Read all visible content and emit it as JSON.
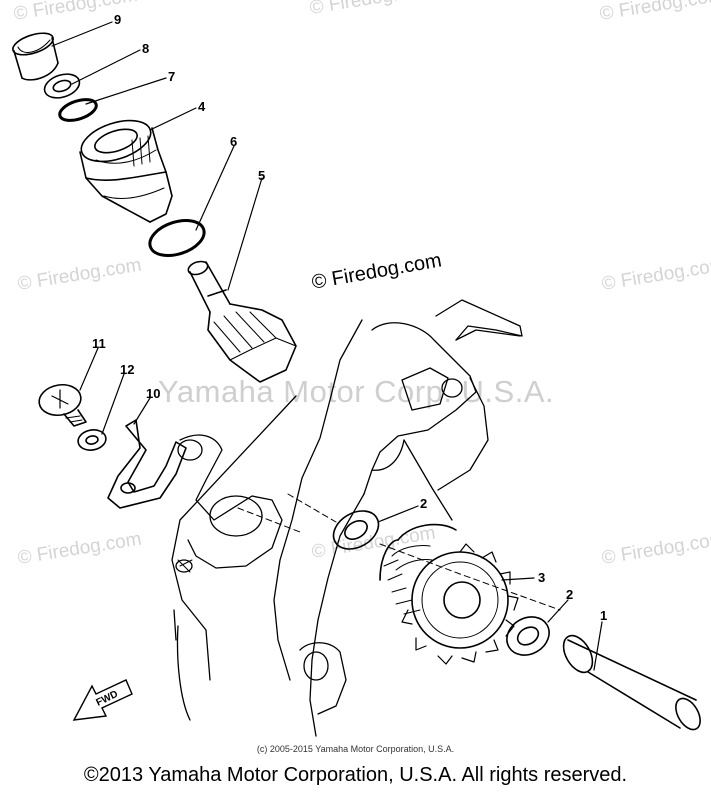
{
  "watermarks": {
    "firedog": "© Firedog.com",
    "center_firedog": "© Firedog.com",
    "yamaha_overlay": "Yamaha Motor Corp. U.S.A."
  },
  "callouts": [
    "9",
    "8",
    "7",
    "4",
    "6",
    "5",
    "11",
    "12",
    "10",
    "2",
    "3",
    "2",
    "1"
  ],
  "fwd_label": "FWD",
  "small_copyright": "(c) 2005-2015 Yamaha Motor Corporation, U.S.A.",
  "footer": "©2013 Yamaha Motor Corporation, U.S.A. All rights reserved."
}
